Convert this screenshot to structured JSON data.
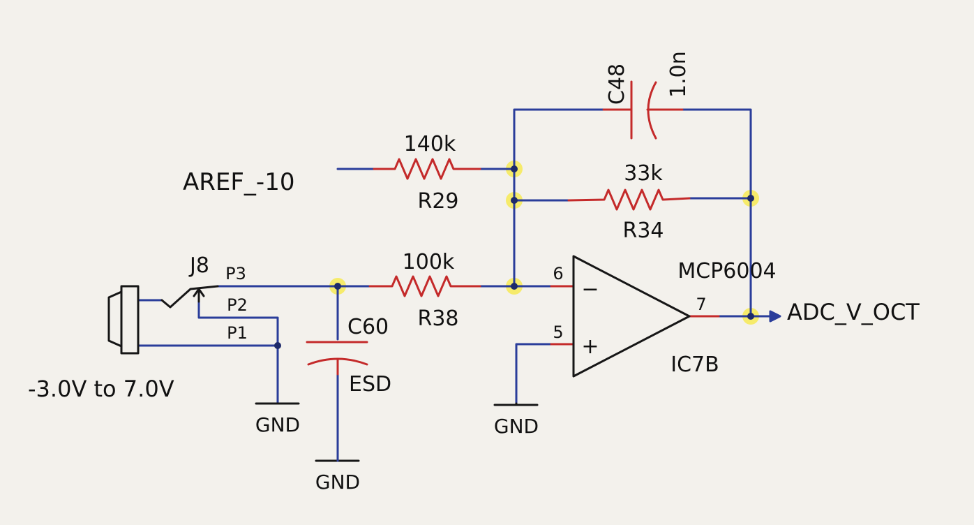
{
  "schematic": {
    "input_range": "-3.0V to 7.0V",
    "jack": {
      "ref": "J8",
      "pins": [
        "P3",
        "P2",
        "P1"
      ]
    },
    "reference_net": "AREF_-10",
    "output_net": "ADC_V_OCT",
    "opamp": {
      "part": "MCP6004",
      "ref": "IC7B",
      "inv_pin": "6",
      "noninv_pin": "5",
      "out_pin": "7",
      "minus_sign": "−",
      "plus_sign": "+"
    },
    "resistors": [
      {
        "ref": "R29",
        "value": "140k"
      },
      {
        "ref": "R34",
        "value": "33k"
      },
      {
        "ref": "R38",
        "value": "100k"
      }
    ],
    "capacitors": [
      {
        "ref": "C48",
        "value": "1.0n"
      },
      {
        "ref": "C60",
        "value": "ESD"
      }
    ],
    "ground_label": "GND"
  },
  "colors": {
    "wire": "#2a3d9a",
    "component": "#c42a2a",
    "ink": "#161616",
    "junction_highlight": "#f6ea55",
    "paper": "#f3f1ec"
  }
}
